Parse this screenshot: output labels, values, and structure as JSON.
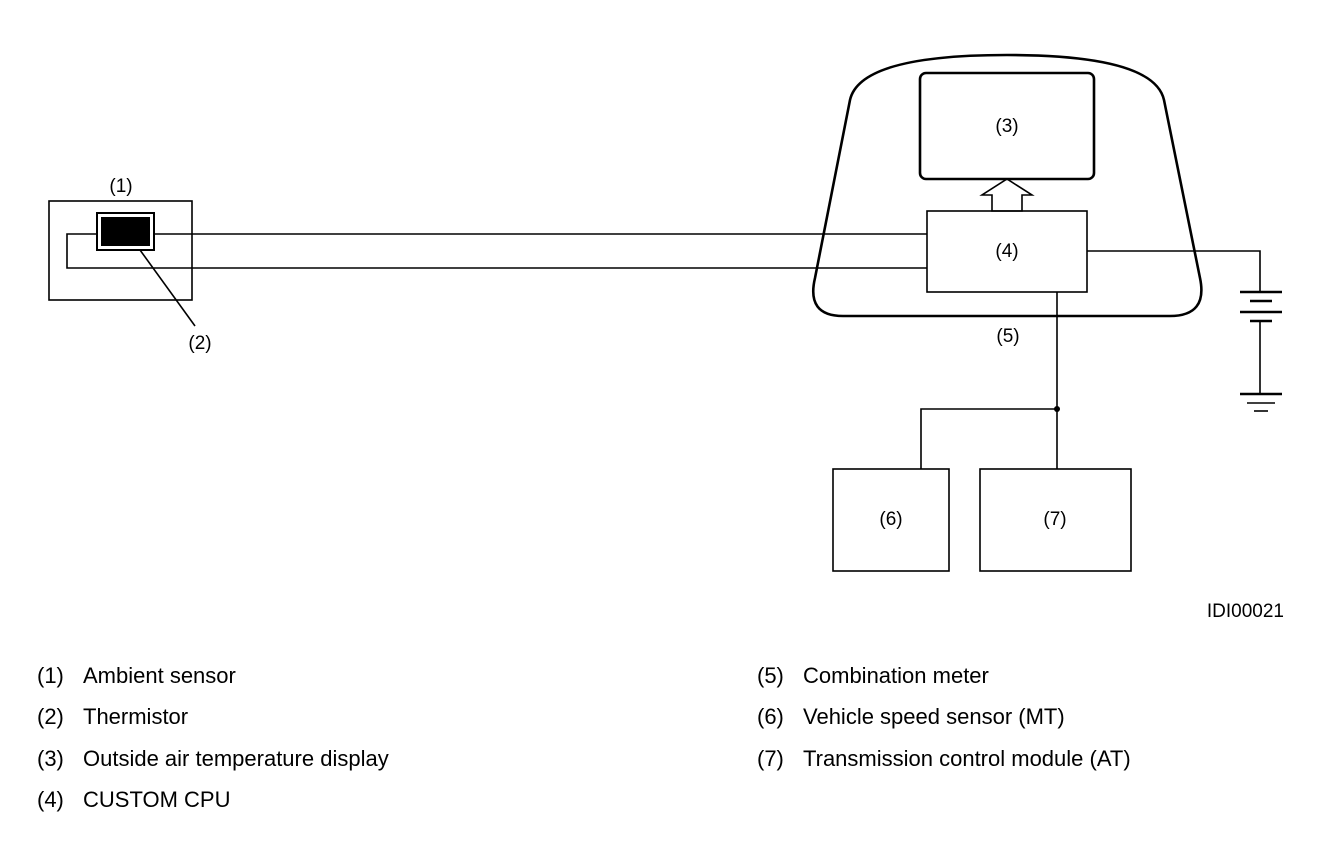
{
  "diagram": {
    "labels": {
      "ambient_sensor": "(1)",
      "thermistor": "(2)",
      "display": "(3)",
      "cpu": "(4)",
      "combination_meter": "(5)",
      "speed_sensor": "(6)",
      "tcm": "(7)"
    },
    "figure_id": "IDI00021"
  },
  "legend": [
    {
      "num": "(1)",
      "text": "Ambient sensor"
    },
    {
      "num": "(2)",
      "text": "Thermistor"
    },
    {
      "num": "(3)",
      "text": "Outside air temperature display"
    },
    {
      "num": "(4)",
      "text": "CUSTOM CPU"
    },
    {
      "num": "(5)",
      "text": "Combination meter"
    },
    {
      "num": "(6)",
      "text": "Vehicle speed sensor (MT)"
    },
    {
      "num": "(7)",
      "text": "Transmission control module (AT)"
    }
  ]
}
